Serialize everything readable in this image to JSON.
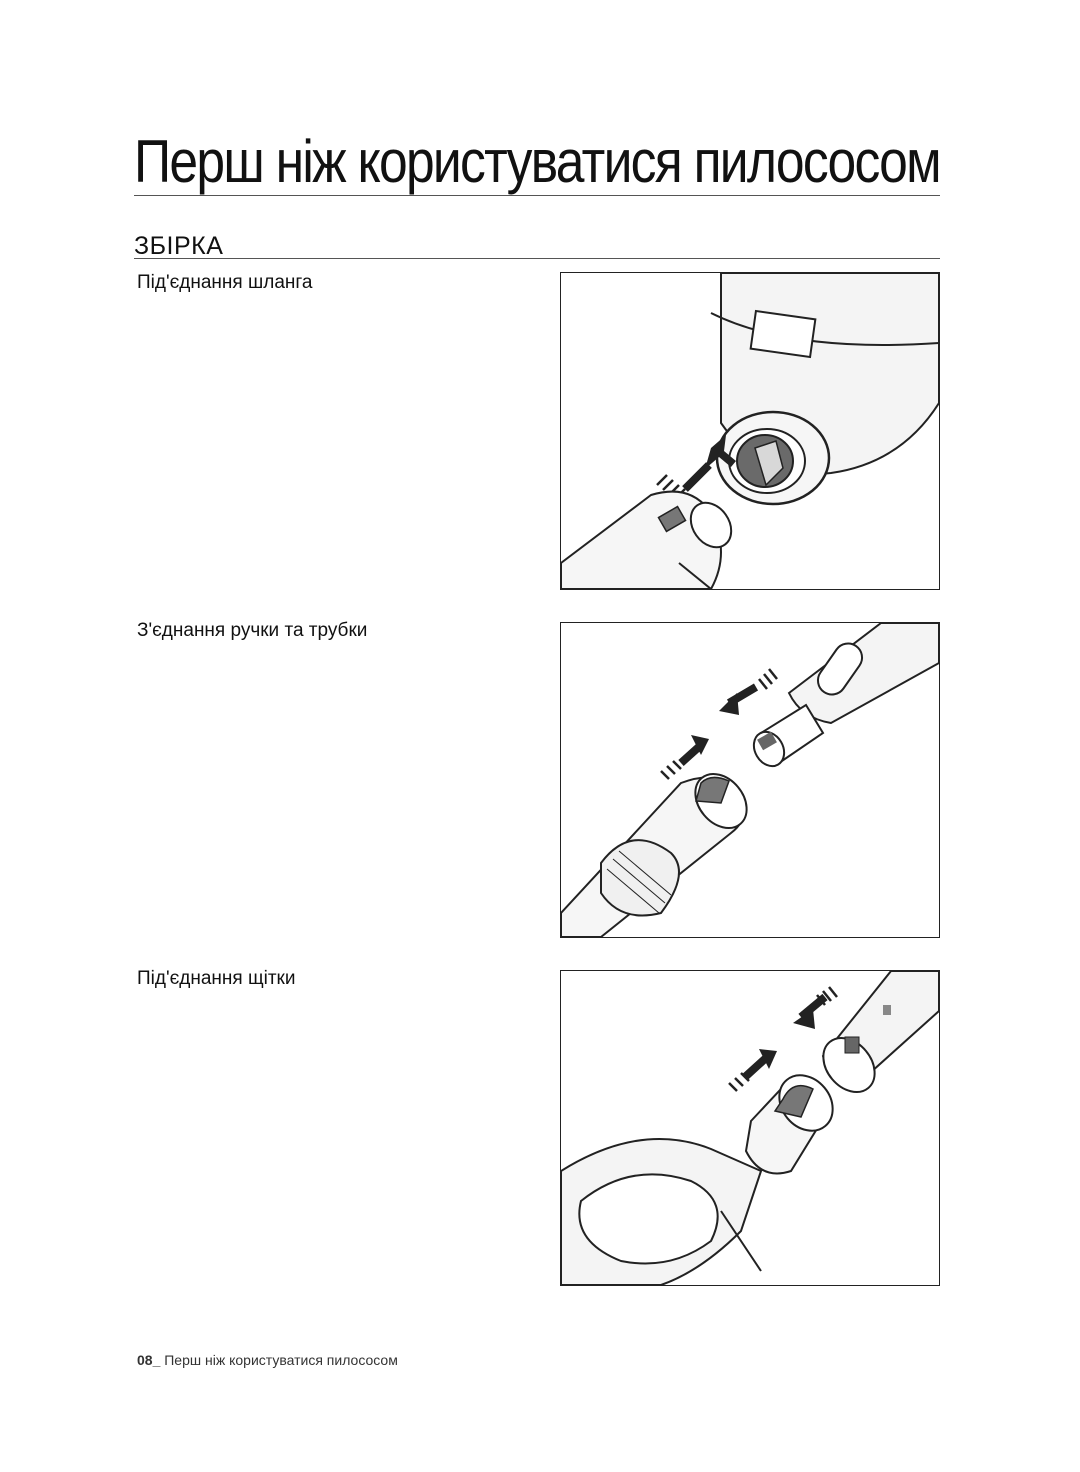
{
  "page": {
    "title": "Перш ніж користуватися пилососом",
    "section": "ЗБІРКА"
  },
  "steps": [
    {
      "label": "Під'єднання шланга"
    },
    {
      "label": "З'єднання ручки та трубки"
    },
    {
      "label": "Під'єднання щітки"
    }
  ],
  "footer": {
    "page_number": "08_",
    "text": " Перш ніж користуватися пилососом"
  }
}
